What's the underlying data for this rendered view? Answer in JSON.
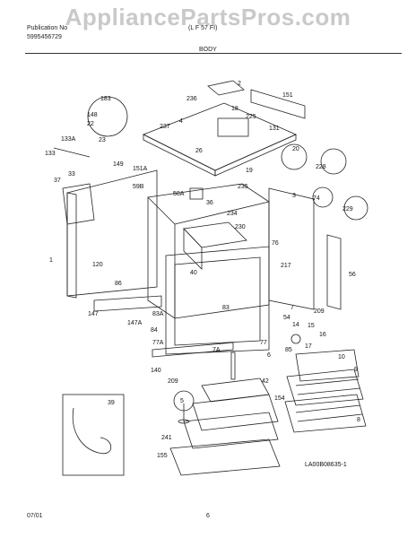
{
  "watermark": "AppliancePartsPros.com",
  "header": {
    "left_line1": "Publication No",
    "left_line2": "5995456729",
    "center_line1": "(L F 57 FI)",
    "center_line2": "BODY"
  },
  "callouts": [
    "2",
    "151",
    "236",
    "183",
    "148",
    "22",
    "23",
    "237",
    "4",
    "18",
    "225",
    "131",
    "133A",
    "133",
    "20",
    "228",
    "149",
    "151A",
    "26",
    "19",
    "37",
    "33",
    "3",
    "235",
    "74",
    "229",
    "59B",
    "58A",
    "36",
    "234",
    "230",
    "76",
    "1",
    "120",
    "86",
    "40",
    "217",
    "56",
    "147",
    "147A",
    "83A",
    "84",
    "83",
    "7",
    "209",
    "54",
    "14",
    "15",
    "16",
    "85",
    "17",
    "77A",
    "77",
    "6",
    "7A",
    "10",
    "9",
    "140",
    "209",
    "5",
    "42",
    "154",
    "39",
    "241",
    "155",
    "8"
  ],
  "inset_label": "39",
  "diagram_id": "LA00B08635-1",
  "footer": {
    "date": "07/01",
    "page": "6"
  }
}
